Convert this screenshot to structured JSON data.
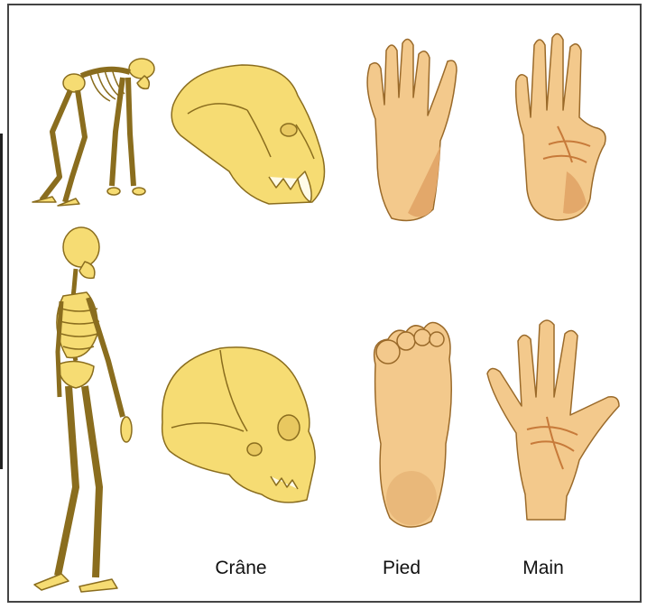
{
  "captions": {
    "skull": "Crâne",
    "foot": "Pied",
    "hand": "Main"
  },
  "colors": {
    "bone": "#f6dc73",
    "bone_stroke": "#8a6d1e",
    "palm": "#f3c98c",
    "palm_dark": "#e3a86a",
    "frame": "#444444"
  },
  "rows": [
    {
      "label": "",
      "figures": [
        "ape-skeleton",
        "ape-skull",
        "ape-foot",
        "ape-hand"
      ]
    },
    {
      "label": "",
      "figures": [
        "human-skeleton",
        "human-skull",
        "human-foot",
        "human-hand"
      ]
    }
  ]
}
